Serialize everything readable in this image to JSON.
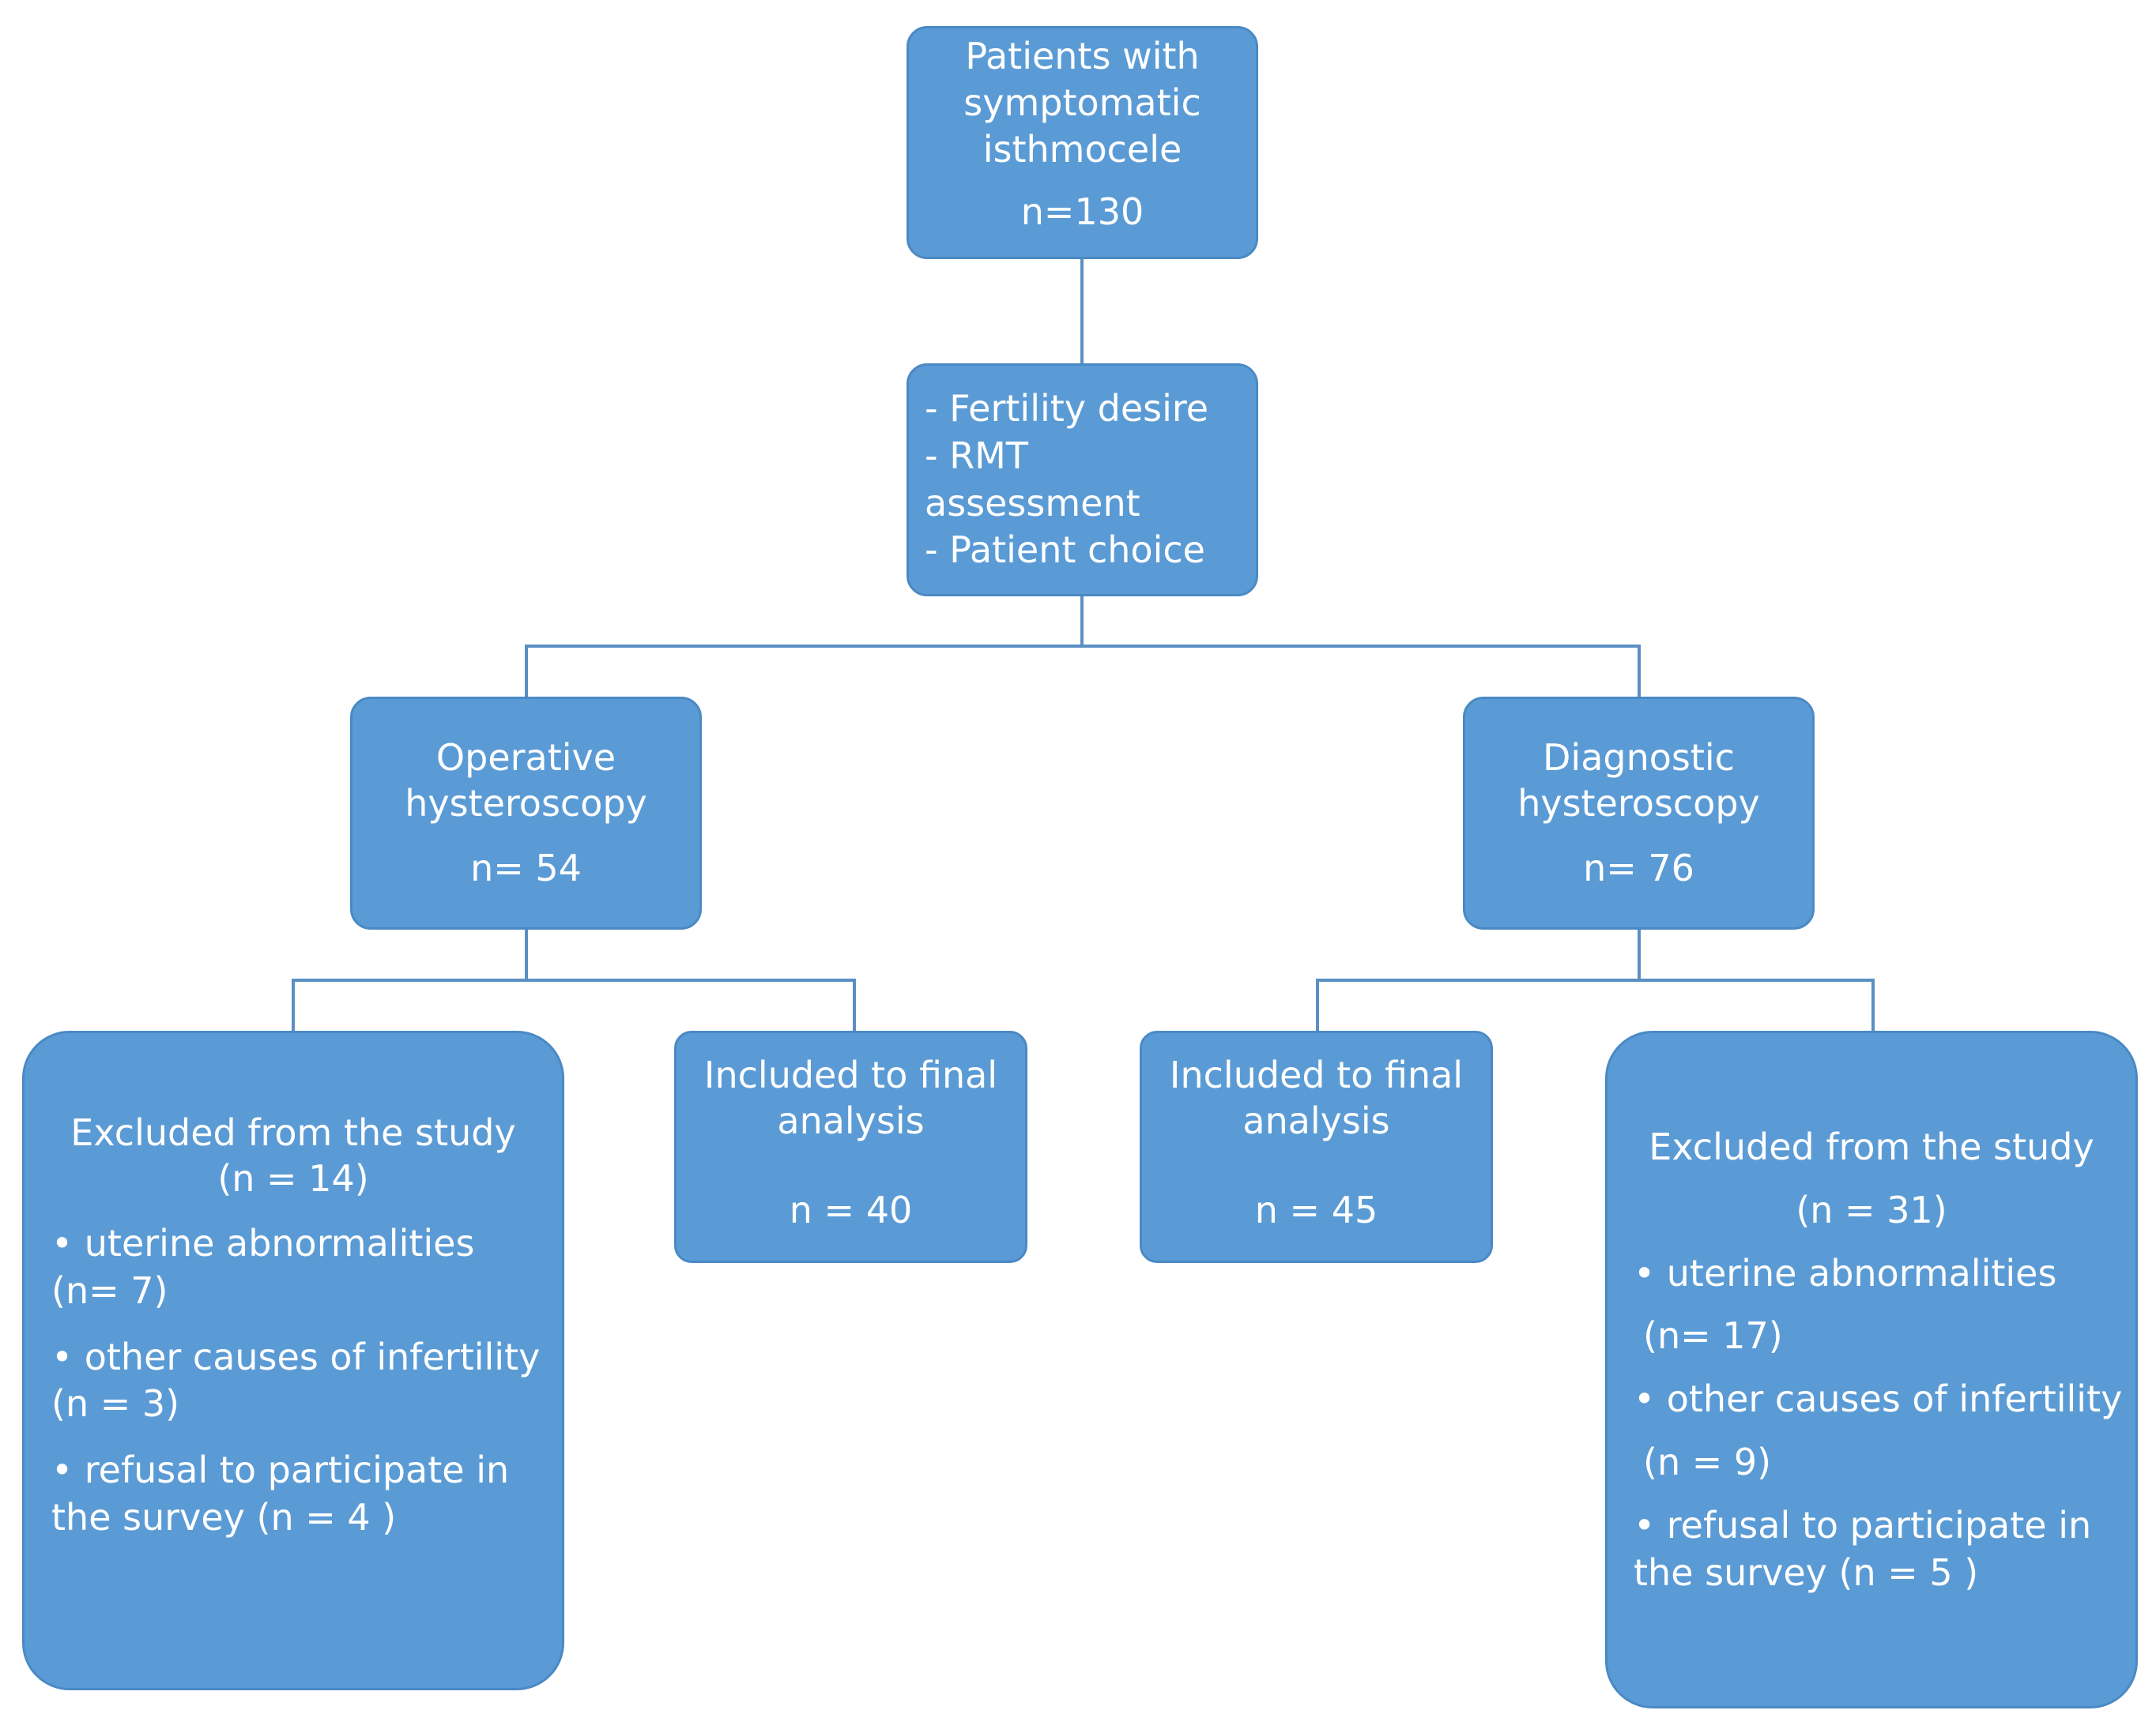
{
  "patients": {
    "lines": [
      "Patients with",
      "symptomatic",
      "isthmocele"
    ],
    "n": "n=130"
  },
  "criteria": {
    "lines": [
      "- Fertility desire",
      "- RMT",
      "assessment",
      "- Patient choice"
    ]
  },
  "operative": {
    "lines": [
      "Operative",
      "hysteroscopy"
    ],
    "n": "n= 54"
  },
  "diagnostic": {
    "lines": [
      "Diagnostic",
      "hysteroscopy"
    ],
    "n": "n= 76"
  },
  "operative_included": {
    "lines": [
      "Included to final",
      "analysis"
    ],
    "n": "n = 40"
  },
  "diagnostic_included": {
    "lines": [
      "Included to final",
      "analysis"
    ],
    "n": "n = 45"
  },
  "operative_excluded": {
    "title": "Excluded from the study",
    "n": "(n = 14)",
    "items": [
      {
        "label": "• uterine abnormalities",
        "n": "(n= 7)"
      },
      {
        "label": "• other causes of infertility",
        "n": "(n = 3)"
      },
      {
        "label": "• refusal to participate in",
        "n": "the survey  (n = 4 )"
      }
    ]
  },
  "diagnostic_excluded": {
    "title": "Excluded from the  study",
    "n": "(n = 31)",
    "items": [
      {
        "label": "• uterine abnormalities",
        "n": "(n= 17)"
      },
      {
        "label": "• other causes of infertility",
        "n": "(n = 9)"
      },
      {
        "label": "• refusal to participate in",
        "n": "the survey  (n = 5 )"
      }
    ]
  },
  "colors": {
    "box_fill": "#5b9bd5",
    "box_border": "#4a89c4",
    "connector": "#5b8fc4",
    "text": "#ffffff"
  }
}
